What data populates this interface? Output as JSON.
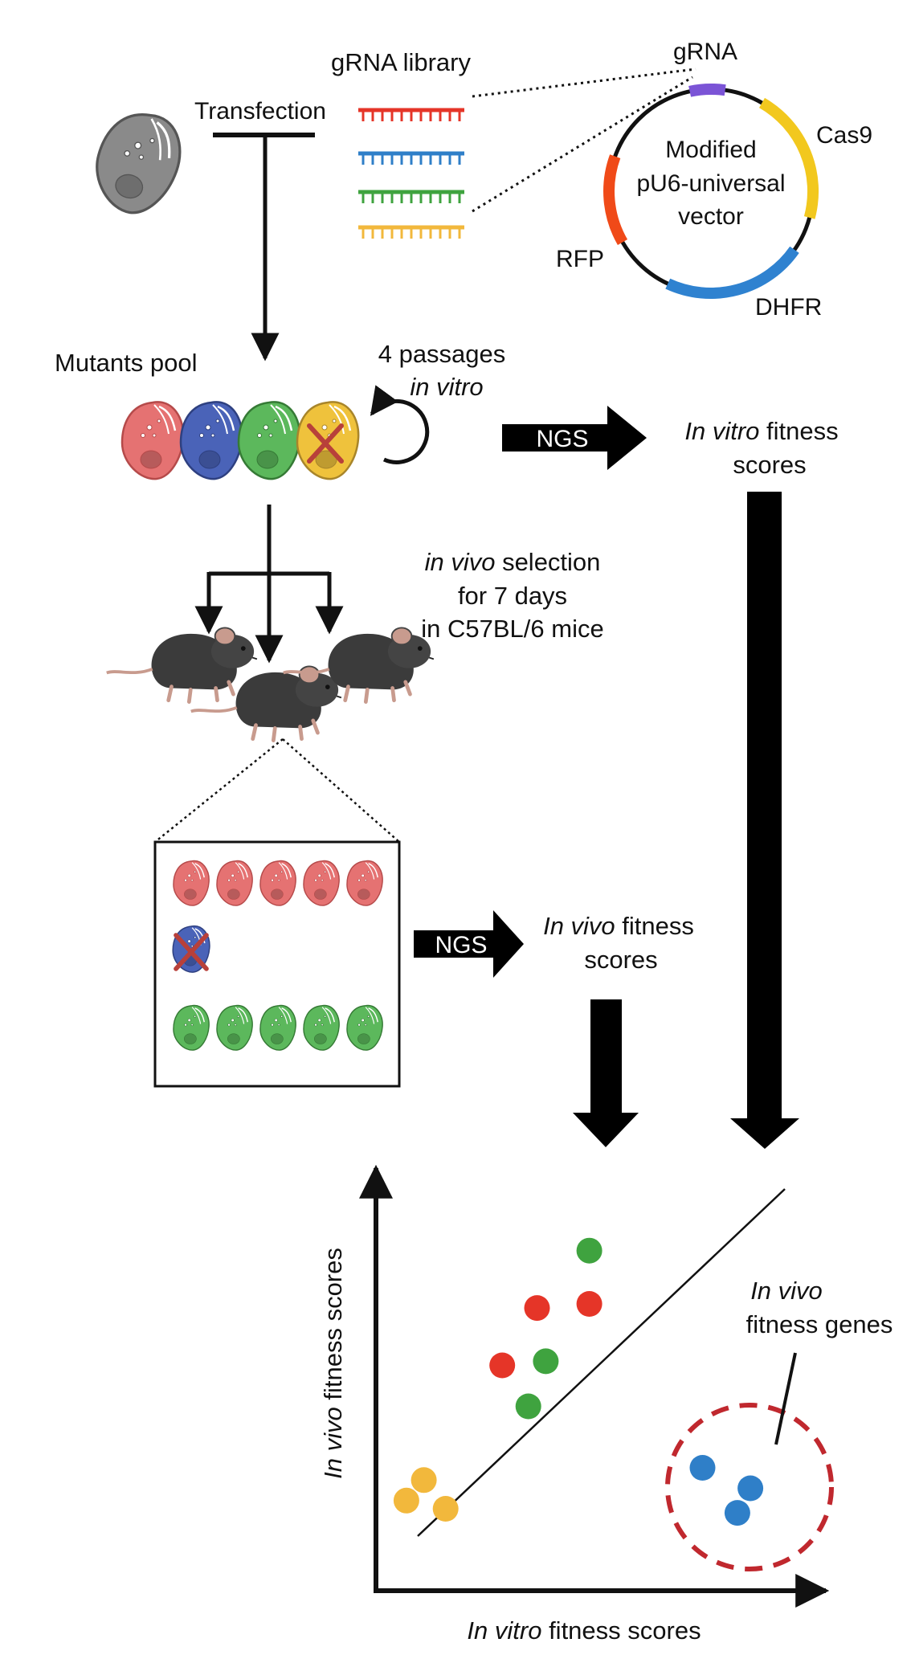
{
  "colors": {
    "red": "#e53528",
    "red_cell": "#e57272",
    "blue": "#2f7fc8",
    "blue_cell": "#4a63b8",
    "green": "#3fa33f",
    "green_cell": "#5cb85c",
    "yellow": "#f2b83c",
    "yellow_cell": "#efc23c",
    "purple": "#7b54d6",
    "cas9": "#f2c81e",
    "dhfr": "#2f82d0",
    "rfp": "#f04a18",
    "dashed_circle": "#c0282e"
  },
  "labels": {
    "grna_library": "gRNA library",
    "transfection": "Transfection",
    "grna": "gRNA",
    "cas9": "Cas9",
    "dhfr": "DHFR",
    "rfp": "RFP",
    "vector_line1": "Modified",
    "vector_line2": "pU6-universal",
    "vector_line3": "vector",
    "mutants_pool": "Mutants pool",
    "passages_line1": "4 passages",
    "passages_line2": "in vitro",
    "ngs_top": "NGS",
    "in_vitro_scores_italic": "In vitro",
    "in_vitro_scores_rest": " fitness",
    "in_vitro_scores_line2": "scores",
    "selection_italic": "in vivo",
    "selection_rest": " selection",
    "selection_line2": "for 7 days",
    "selection_line3": "in C57BL/6 mice",
    "ngs_bottom": "NGS",
    "in_vivo_scores_italic": "In vivo",
    "in_vivo_scores_rest": " fitness",
    "in_vivo_scores_line2": "scores",
    "x_axis_italic": "In vitro",
    "x_axis_rest": " fitness scores",
    "y_axis_italic": "In vivo",
    "y_axis_rest": " fitness scores",
    "genes_line1": "In vivo",
    "genes_line2": "fitness genes"
  },
  "chart_data": {
    "type": "scatter",
    "xlabel": "In vitro fitness scores",
    "ylabel": "In vivo fitness scores",
    "axis_tick_labels": false,
    "annotation": "In vivo fitness genes",
    "series": [
      {
        "color": "#f2b83c",
        "points": [
          [
            0.07,
            0.22
          ],
          [
            0.11,
            0.27
          ],
          [
            0.16,
            0.2
          ]
        ]
      },
      {
        "color": "#e53528",
        "points": [
          [
            0.29,
            0.55
          ],
          [
            0.37,
            0.69
          ],
          [
            0.49,
            0.7
          ]
        ]
      },
      {
        "color": "#3fa33f",
        "points": [
          [
            0.35,
            0.45
          ],
          [
            0.39,
            0.56
          ],
          [
            0.49,
            0.83
          ]
        ]
      },
      {
        "color": "#2f7fc8",
        "points": [
          [
            0.75,
            0.3
          ],
          [
            0.86,
            0.25
          ],
          [
            0.83,
            0.19
          ]
        ]
      }
    ]
  }
}
